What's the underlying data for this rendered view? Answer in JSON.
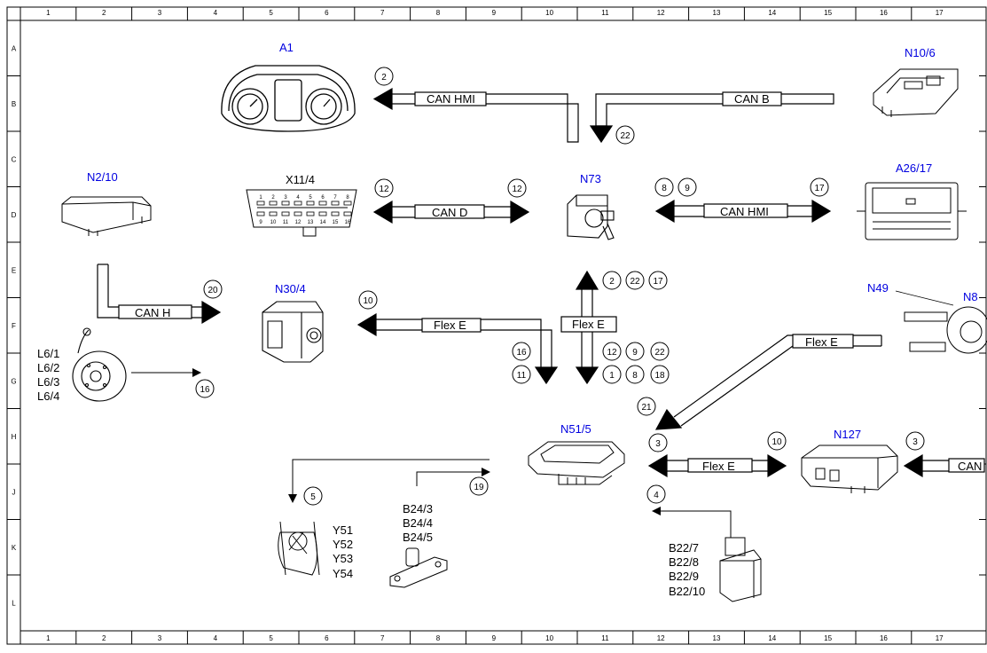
{
  "grid": {
    "columns": [
      "1",
      "2",
      "3",
      "4",
      "5",
      "6",
      "7",
      "8",
      "9",
      "10",
      "11",
      "12",
      "13",
      "14",
      "15",
      "16",
      "17"
    ],
    "rows": [
      "A",
      "B",
      "C",
      "D",
      "E",
      "F",
      "G",
      "H",
      "J",
      "K",
      "L"
    ]
  },
  "components": {
    "a1": "A1",
    "n10_6": "N10/6",
    "n2_10": "N2/10",
    "x11_4": "X11/4",
    "n73": "N73",
    "a26_17": "A26/17",
    "n30_4": "N30/4",
    "n49": "N49",
    "n8_partial": "N8",
    "l6_1": "L6/1",
    "l6_2": "L6/2",
    "l6_3": "L6/3",
    "l6_4": "L6/4",
    "n51_5": "N51/5",
    "n127": "N127",
    "y51": "Y51",
    "y52": "Y52",
    "y53": "Y53",
    "y54": "Y54",
    "b24_3": "B24/3",
    "b24_4": "B24/4",
    "b24_5": "B24/5",
    "b22_7": "B22/7",
    "b22_8": "B22/8",
    "b22_9": "B22/9",
    "b22_10": "B22/10"
  },
  "x11_pins_top": [
    "1",
    "2",
    "3",
    "4",
    "5",
    "6",
    "7",
    "8"
  ],
  "x11_pins_bottom": [
    "9",
    "10",
    "11",
    "12",
    "13",
    "14",
    "15",
    "16"
  ],
  "buses": {
    "can_hmi_top": "CAN HMI",
    "can_b": "CAN B",
    "can_d": "CAN D",
    "can_hmi_right": "CAN HMI",
    "can_h": "CAN H",
    "flex_e_left": "Flex E",
    "flex_e_center": "Flex E",
    "flex_e_diag": "Flex E",
    "flex_e_n127": "Flex E",
    "can_partial": "CAN"
  },
  "circles": {
    "c2_top": "2",
    "c22_top": "22",
    "c12_left": "12",
    "c12_right": "12",
    "c8": "8",
    "c9_top": "9",
    "c17_top": "17",
    "c20": "20",
    "c10_left": "10",
    "c2_mid": "2",
    "c22_mid": "22",
    "c17_mid": "17",
    "c16_mid": "16",
    "c11": "11",
    "c12_low": "12",
    "c9_low": "9",
    "c22_low": "22",
    "c1": "1",
    "c8_low": "8",
    "c18": "18",
    "c16_left": "16",
    "c21": "21",
    "c3_left": "3",
    "c10_right": "10",
    "c3_right": "3",
    "c4": "4",
    "c5": "5",
    "c19": "19"
  },
  "colors": {
    "component_label": "#0000e0",
    "line": "#000000",
    "background": "#ffffff"
  }
}
